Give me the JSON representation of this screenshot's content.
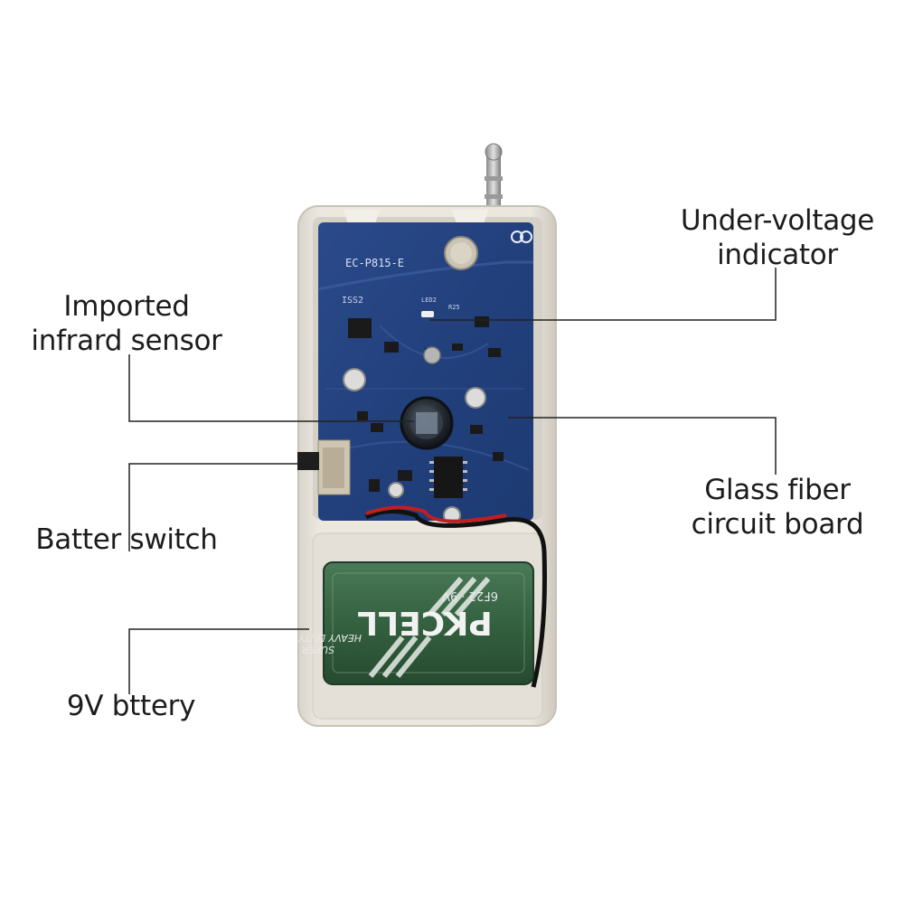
{
  "callouts": {
    "infrared_sensor": {
      "line1": "Imported",
      "line2": "infrard sensor"
    },
    "battery_switch": {
      "line1": "Batter switch"
    },
    "battery": {
      "line1": "9V bttery"
    },
    "under_voltage": {
      "line1": "Under-voltage",
      "line2": "indicator"
    },
    "circuit_board": {
      "line1": "Glass fiber",
      "line2": "circuit board"
    }
  },
  "board": {
    "model_label": "EC-P815-E",
    "marking_1": "ISS2",
    "marking_2": "LED2",
    "marking_3": "R25"
  },
  "battery": {
    "brand": "PKCELL",
    "type_line": "6F22 · 9V",
    "subtitle_1": "SUPER",
    "subtitle_2": "HEAVY DUTY"
  },
  "colors": {
    "background": "#ffffff",
    "housing": "#e6e2da",
    "pcb": "#24407a",
    "battery": "#3b6848",
    "leader_line": "#222222"
  }
}
